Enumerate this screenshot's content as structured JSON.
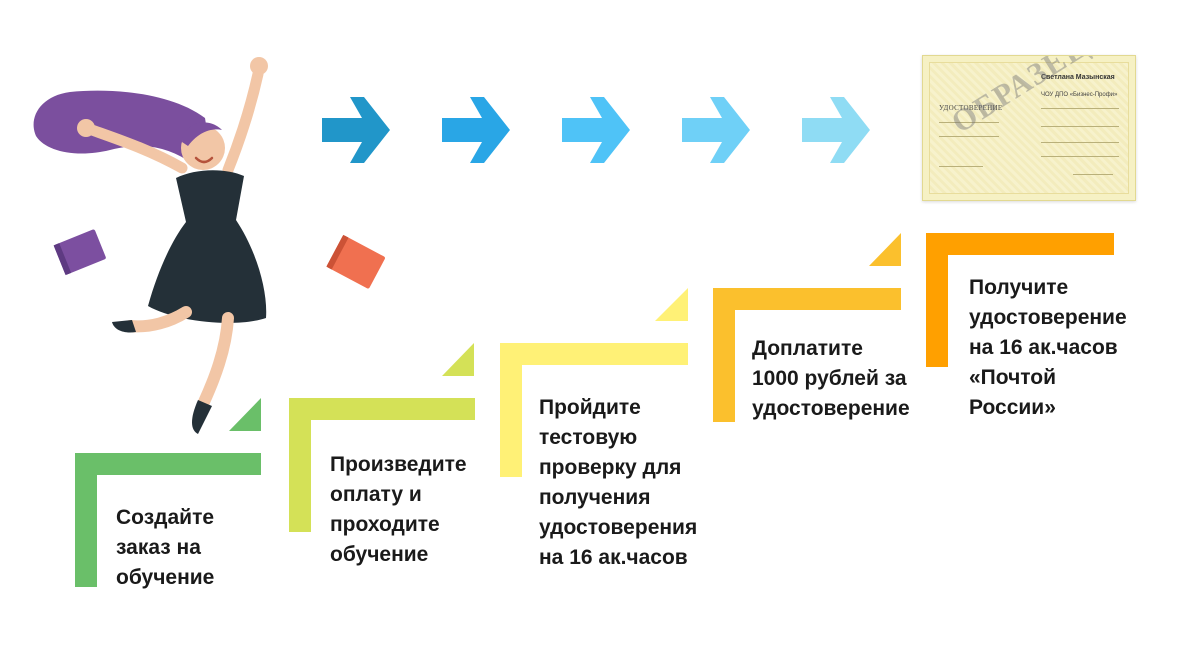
{
  "steps": [
    {
      "text": "Создайте\nзаказ на\nобучение",
      "color": "#6abf69"
    },
    {
      "text": "Произведите\nоплату и\nпроходите\nобучение",
      "color": "#d4e157"
    },
    {
      "text": "Пройдите\nтестовую\nпроверку для\nполучения\nудостоверения\nна 16 ак.часов",
      "color": "#fff176"
    },
    {
      "text": "Доплатите\n1000 рублей за\nудостоверение",
      "color": "#fbc02d"
    },
    {
      "text": "Получите\nудостоверение\nна 16 ак.часов\n«Почтой\nРоссии»",
      "color": "#ffa000"
    }
  ],
  "arrow_colors": [
    "#2196c9",
    "#29a6e6",
    "#4fc3f7",
    "#6fd0f7",
    "#8fdcf4"
  ],
  "certificate": {
    "heading": "УДОСТОВЕРЕНИЕ",
    "name": "Светлана Мазынская",
    "org": "ЧОУ ДПО «Бизнес-Профи»",
    "stamp": "ОБРАЗЕЦ"
  },
  "illustration": {
    "figure": "jumping-girl-illustration",
    "book_colors": [
      "#7c4fa0",
      "#f07050"
    ]
  }
}
